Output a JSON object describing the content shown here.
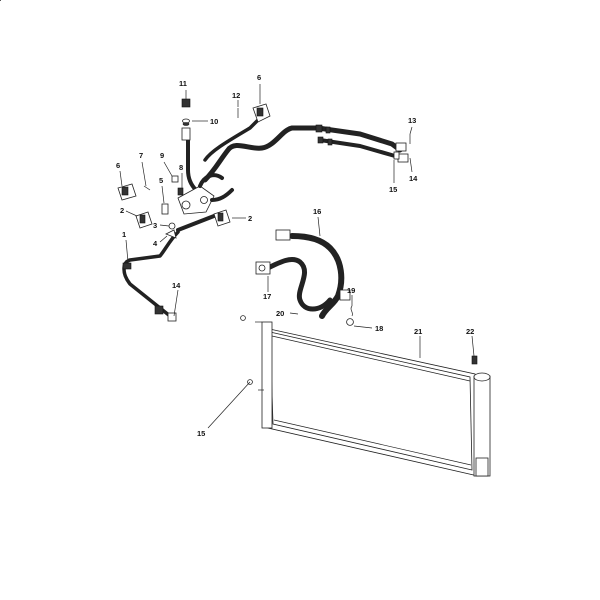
{
  "diagram": {
    "callouts": [
      {
        "id": "c11",
        "text": "11"
      },
      {
        "id": "c10",
        "text": "10"
      },
      {
        "id": "c12",
        "text": "12"
      },
      {
        "id": "c6a",
        "text": "6"
      },
      {
        "id": "c13",
        "text": "13"
      },
      {
        "id": "c14a",
        "text": "14"
      },
      {
        "id": "c15a",
        "text": "15"
      },
      {
        "id": "c9",
        "text": "9"
      },
      {
        "id": "c7",
        "text": "7"
      },
      {
        "id": "c6b",
        "text": "6"
      },
      {
        "id": "c8",
        "text": "8"
      },
      {
        "id": "c5",
        "text": "5"
      },
      {
        "id": "c2a",
        "text": "2"
      },
      {
        "id": "c2b",
        "text": "2"
      },
      {
        "id": "c3",
        "text": "3"
      },
      {
        "id": "c4",
        "text": "4"
      },
      {
        "id": "c16",
        "text": "16"
      },
      {
        "id": "c1",
        "text": "1"
      },
      {
        "id": "c17",
        "text": "17"
      },
      {
        "id": "c14b",
        "text": "14"
      },
      {
        "id": "c19",
        "text": "19"
      },
      {
        "id": "c20",
        "text": "20"
      },
      {
        "id": "c18",
        "text": "18"
      },
      {
        "id": "c21",
        "text": "21"
      },
      {
        "id": "c22",
        "text": "22"
      },
      {
        "id": "c15b",
        "text": "15"
      }
    ]
  }
}
